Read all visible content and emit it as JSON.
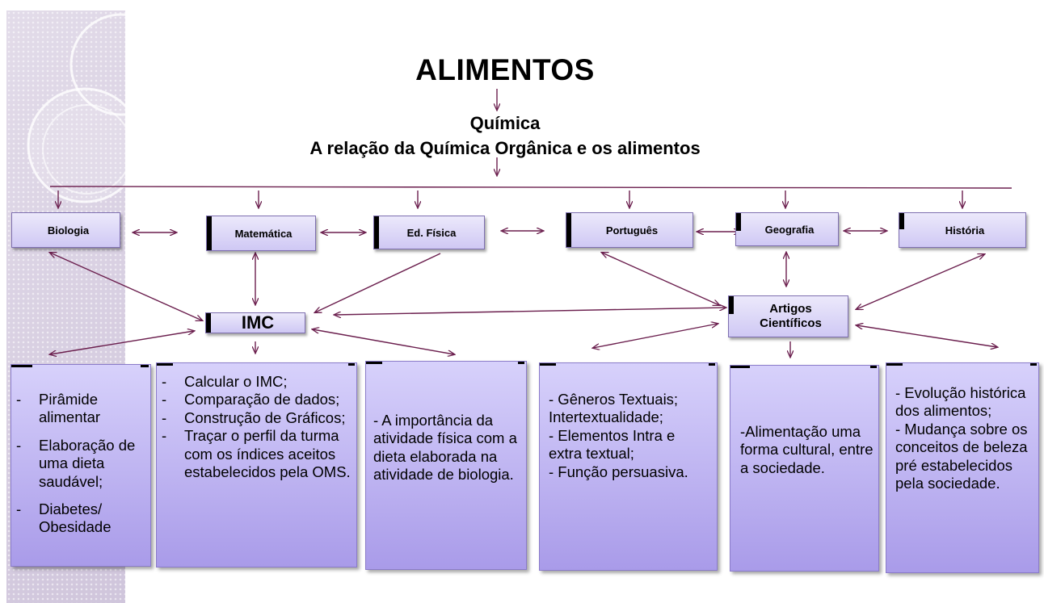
{
  "title": "ALIMENTOS",
  "subtitle1": "Química",
  "subtitle2": "A relação da Química Orgânica e os alimentos",
  "colors": {
    "arrow": "#6b1f4e",
    "box_top": "#d7d1fb",
    "box_bottom": "#a99be9",
    "sidebar": "#d9d0e2"
  },
  "nodes": {
    "biologia": "Biologia",
    "matematica": "Matemática",
    "ed_fisica": "Ed. Física",
    "portugues": "Português",
    "geografia": "Geografia",
    "historia": "História",
    "imc": "IMC",
    "artigos_line1": "Artigos",
    "artigos_line2": "Científicos"
  },
  "boxes": {
    "biologia": [
      "Pirâmide alimentar",
      "Elaboração de uma dieta saudável;",
      "Diabetes/ Obesidade"
    ],
    "matematica": [
      "Calcular o IMC;",
      "Comparação de dados;",
      "Construção de Gráficos;",
      "Traçar o perfil da turma com os índices aceitos estabelecidos pela OMS."
    ],
    "ed_fisica": "- A importância da atividade física com a dieta elaborada na atividade de biologia.",
    "portugues": [
      "- Gêneros Textuais;",
      "Intertextualidade;",
      "- Elementos Intra e extra textual;",
      "- Função persuasiva."
    ],
    "geografia": "-Alimentação uma forma cultural, entre a sociedade.",
    "historia": [
      "- Evolução histórica dos alimentos;",
      "- Mudança sobre os conceitos de beleza pré estabelecidos pela sociedade."
    ]
  }
}
